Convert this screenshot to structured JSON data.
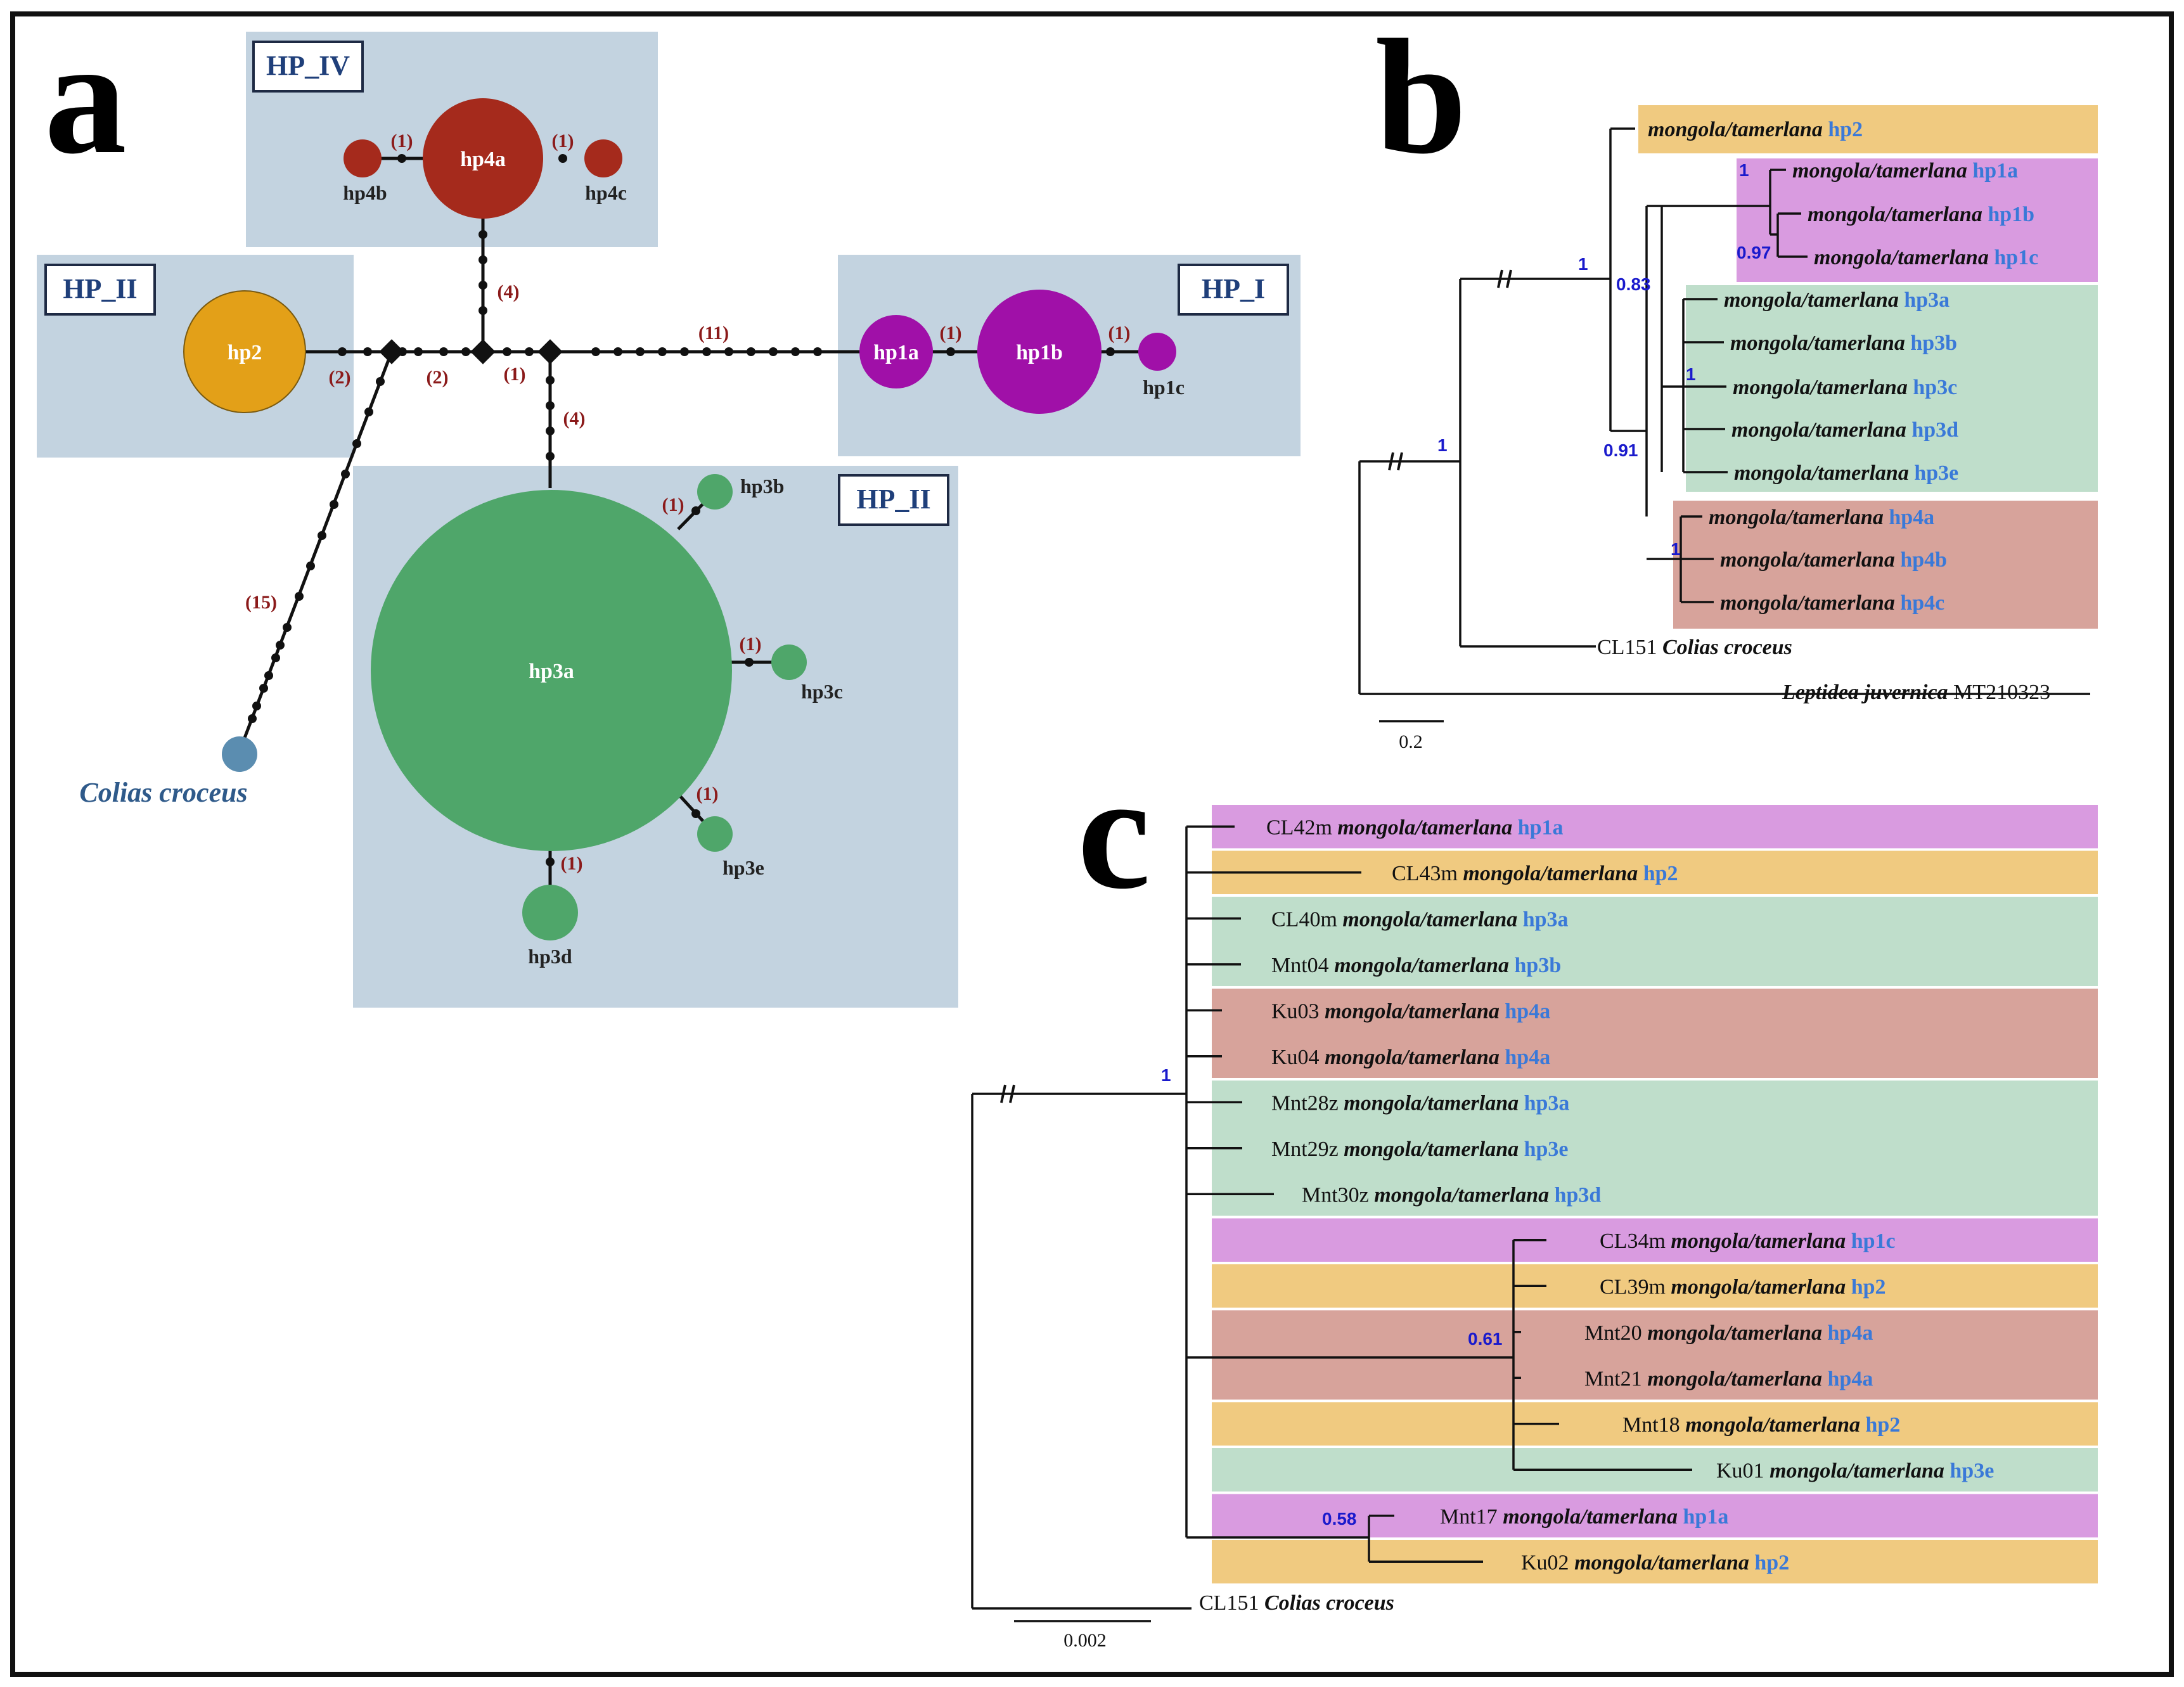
{
  "colors": {
    "hp1": "#a010a8",
    "hp2": "#e3a018",
    "hp3": "#4fa66a",
    "hp4": "#a52a1c",
    "outgroup": "#5b8db0",
    "group_bg": "#c3d3e0",
    "bg_hp1": "#d99be0",
    "bg_hp2": "#f0ca80",
    "bg_hp3": "#bfdecb",
    "bg_hp4": "#d7a39b",
    "support": "#1a1acc",
    "hp_label": "#3a79d8"
  },
  "panel_a": {
    "letter": "a",
    "groups": {
      "hp4": "HP_IV",
      "hp2": "HP_II",
      "hp1": "HP_I",
      "hp3": "HP_II"
    },
    "nodes": {
      "hp4a": "hp4a",
      "hp4b": "hp4b",
      "hp4c": "hp4c",
      "hp2": "hp2",
      "hp1a": "hp1a",
      "hp1b": "hp1b",
      "hp1c": "hp1c",
      "hp3a": "hp3a",
      "hp3b": "hp3b",
      "hp3c": "hp3c",
      "hp3d": "hp3d",
      "hp3e": "hp3e",
      "outgroup": "Colias croceus"
    },
    "mutations": {
      "hp4b_hp4a": "(1)",
      "hp4a_hp4c": "(1)",
      "hp4_trunk": "(4)",
      "hp2_branch": "(2)",
      "junction_12": "(2)",
      "junction_23": "(1)",
      "to_hp1a": "(11)",
      "hp1a_hp1b": "(1)",
      "hp1b_hp1c": "(1)",
      "hp3_trunk": "(4)",
      "outgroup": "(15)",
      "hp3b": "(1)",
      "hp3c": "(1)",
      "hp3e": "(1)",
      "hp3d": "(1)"
    }
  },
  "panel_b": {
    "letter": "b",
    "species": "mongola/tamerlana",
    "tips": [
      {
        "hp": "hp2",
        "group": "hp2"
      },
      {
        "hp": "hp1a",
        "group": "hp1"
      },
      {
        "hp": "hp1b",
        "group": "hp1"
      },
      {
        "hp": "hp1c",
        "group": "hp1"
      },
      {
        "hp": "hp3a",
        "group": "hp3"
      },
      {
        "hp": "hp3b",
        "group": "hp3"
      },
      {
        "hp": "hp3c",
        "group": "hp3"
      },
      {
        "hp": "hp3d",
        "group": "hp3"
      },
      {
        "hp": "hp3e",
        "group": "hp3"
      },
      {
        "hp": "hp4a",
        "group": "hp4"
      },
      {
        "hp": "hp4b",
        "group": "hp4"
      },
      {
        "hp": "hp4c",
        "group": "hp4"
      }
    ],
    "outgroup1": {
      "id": "CL151",
      "name": "Colias croceus"
    },
    "outgroup2": {
      "name": "Leptidea juvernica",
      "acc": "MT210323"
    },
    "supports": {
      "hp1": "1",
      "hp1_inner": "0.97",
      "main": "1",
      "n083": "0.83",
      "hp3": "1",
      "n091": "0.91",
      "hp4": "1",
      "root": "1"
    },
    "scale": "0.2"
  },
  "panel_c": {
    "letter": "c",
    "species": "mongola/tamerlana",
    "tips": [
      {
        "id": "CL42m",
        "hp": "hp1a",
        "group": "hp1"
      },
      {
        "id": "CL43m",
        "hp": "hp2",
        "group": "hp2"
      },
      {
        "id": "CL40m",
        "hp": "hp3a",
        "group": "hp3"
      },
      {
        "id": "Mnt04",
        "hp": "hp3b",
        "group": "hp3"
      },
      {
        "id": "Ku03",
        "hp": "hp4a",
        "group": "hp4"
      },
      {
        "id": "Ku04",
        "hp": "hp4a",
        "group": "hp4"
      },
      {
        "id": "Mnt28z",
        "hp": "hp3a",
        "group": "hp3"
      },
      {
        "id": "Mnt29z",
        "hp": "hp3e",
        "group": "hp3"
      },
      {
        "id": "Mnt30z",
        "hp": "hp3d",
        "group": "hp3"
      },
      {
        "id": "CL34m",
        "hp": "hp1c",
        "group": "hp1"
      },
      {
        "id": "CL39m",
        "hp": "hp2",
        "group": "hp2"
      },
      {
        "id": "Mnt20",
        "hp": "hp4a",
        "group": "hp4"
      },
      {
        "id": "Mnt21",
        "hp": "hp4a",
        "group": "hp4"
      },
      {
        "id": "Mnt18",
        "hp": "hp2",
        "group": "hp2"
      },
      {
        "id": "Ku01",
        "hp": "hp3e",
        "group": "hp3"
      },
      {
        "id": "Mnt17",
        "hp": "hp1a",
        "group": "hp1"
      },
      {
        "id": "Ku02",
        "hp": "hp2",
        "group": "hp2"
      }
    ],
    "outgroup": {
      "id": "CL151",
      "name": "Colias croceus"
    },
    "supports": {
      "main": "1",
      "n061": "0.61",
      "n058": "0.58"
    },
    "scale": "0.002"
  }
}
